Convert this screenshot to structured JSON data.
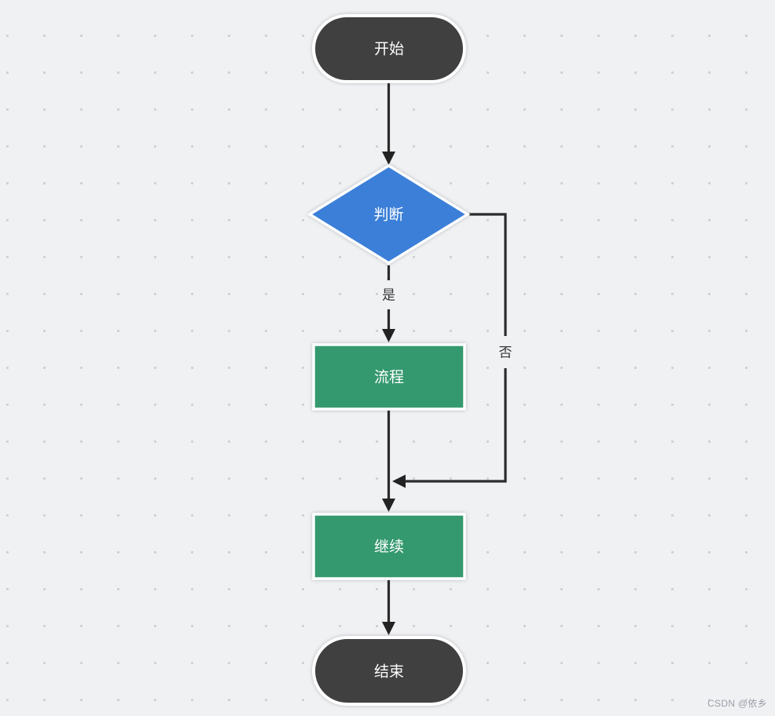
{
  "canvas": {
    "background_color": "#f0f1f3",
    "dot_color": "#ccd0d6"
  },
  "flowchart": {
    "nodes": [
      {
        "id": "start",
        "type": "terminator",
        "label": "开始",
        "fill": "#404040",
        "text_color": "#ffffff"
      },
      {
        "id": "decision",
        "type": "decision",
        "label": "判断",
        "fill": "#3b7fd8",
        "text_color": "#ffffff"
      },
      {
        "id": "process",
        "type": "process",
        "label": "流程",
        "fill": "#35996f",
        "text_color": "#ffffff"
      },
      {
        "id": "continue",
        "type": "process",
        "label": "继续",
        "fill": "#35996f",
        "text_color": "#ffffff"
      },
      {
        "id": "end",
        "type": "terminator",
        "label": "结束",
        "fill": "#404040",
        "text_color": "#ffffff"
      }
    ],
    "edges": [
      {
        "from": "start",
        "to": "decision",
        "label": ""
      },
      {
        "from": "decision",
        "to": "process",
        "label": "是"
      },
      {
        "from": "decision",
        "to": "continue",
        "label": "否"
      },
      {
        "from": "process",
        "to": "continue",
        "label": ""
      },
      {
        "from": "continue",
        "to": "end",
        "label": ""
      }
    ],
    "line_color": "#2b2b2b"
  },
  "watermark": "CSDN @依乡"
}
